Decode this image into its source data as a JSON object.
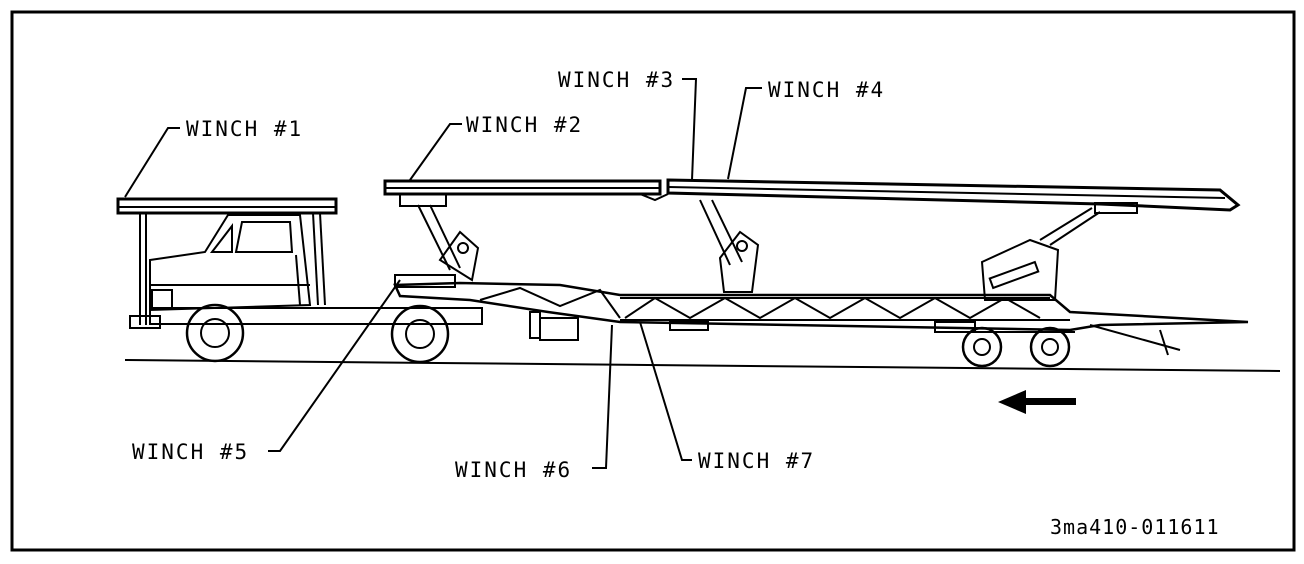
{
  "labels": {
    "winch_1": "WINCH #1",
    "winch_2": "WINCH #2",
    "winch_3": "WINCH #3",
    "winch_4": "WINCH #4",
    "winch_5": "WINCH #5",
    "winch_6": "WINCH #6",
    "winch_7": "WINCH #7"
  },
  "figure_id": "3ma410-011611",
  "colors": {
    "line": "#000000",
    "background": "#ffffff"
  },
  "icons": {
    "direction": "arrow-left-icon"
  }
}
